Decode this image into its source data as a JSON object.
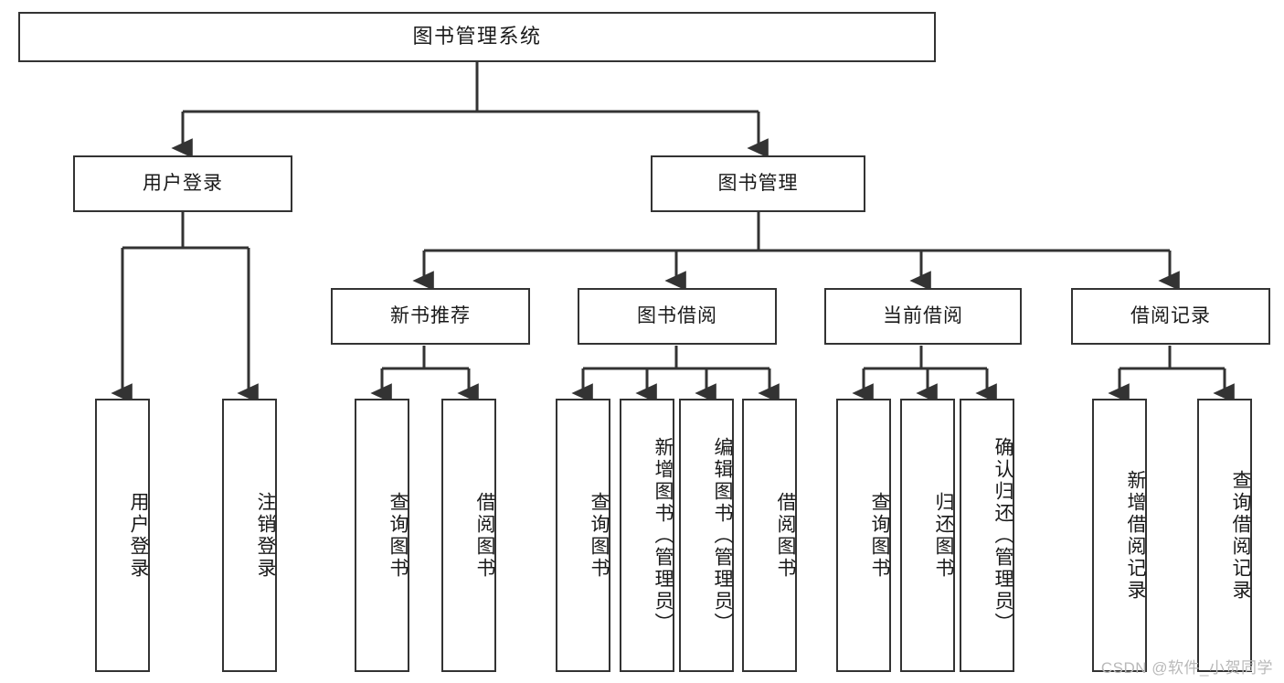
{
  "diagram": {
    "title_label": "图书管理系统",
    "watermark": "CSDN @软件_小贺同学",
    "colors": {
      "stroke": "#333333",
      "fill": "#ffffff",
      "text": "#1a1a1a",
      "watermark": "#b9b9b9"
    },
    "levels": {
      "root": {
        "label": "图书管理系统"
      },
      "level2": [
        {
          "id": "user-login",
          "label": "用户登录"
        },
        {
          "id": "book-manage",
          "label": "图书管理"
        }
      ],
      "level3": [
        {
          "id": "new-book-recommend",
          "label": "新书推荐"
        },
        {
          "id": "book-borrow",
          "label": "图书借阅"
        },
        {
          "id": "current-borrow",
          "label": "当前借阅"
        },
        {
          "id": "borrow-record",
          "label": "借阅记录"
        }
      ],
      "leaves": {
        "user_login": [
          {
            "id": "leaf-user-login",
            "label": "用户登录"
          },
          {
            "id": "leaf-logout-login",
            "label": "注销登录"
          }
        ],
        "new_book_recommend": [
          {
            "id": "leaf-query-book-1",
            "label": "查询图书"
          },
          {
            "id": "leaf-borrow-book-1",
            "label": "借阅图书"
          }
        ],
        "book_borrow": [
          {
            "id": "leaf-query-book-2",
            "label": "查询图书"
          },
          {
            "id": "leaf-add-book",
            "label": "新增图书（管理员）"
          },
          {
            "id": "leaf-edit-book",
            "label": "编辑图书（管理员）"
          },
          {
            "id": "leaf-borrow-book-2",
            "label": "借阅图书"
          }
        ],
        "current_borrow": [
          {
            "id": "leaf-query-book-3",
            "label": "查询图书"
          },
          {
            "id": "leaf-return-book",
            "label": "归还图书"
          },
          {
            "id": "leaf-confirm-return",
            "label": "确认归还（管理员）"
          }
        ],
        "borrow_record": [
          {
            "id": "leaf-add-record",
            "label": "新增借阅记录"
          },
          {
            "id": "leaf-query-record",
            "label": "查询借阅记录"
          }
        ]
      }
    }
  }
}
